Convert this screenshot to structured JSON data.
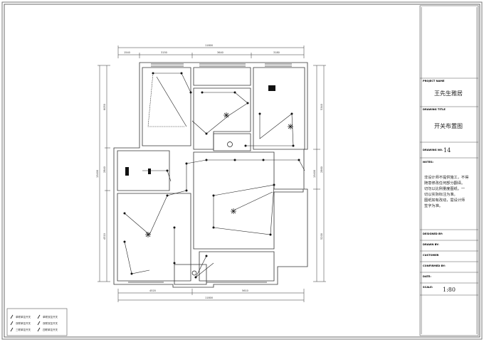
{
  "title_block": {
    "project_name_label": "PROJECT NAME",
    "project_name": "王先生雅居",
    "drawing_title_label": "DRAWING TITLE",
    "drawing_title": "开关布置图",
    "drawing_no_label": "DRAWING NO.",
    "drawing_no": "14",
    "notes_label": "NOTES:",
    "notes": [
      "非设计师不提供施工，不得",
      "随意修改任何部分翻译。",
      "切勿以比例量度图纸。一",
      "切以实际标注为准。",
      "图纸如有改动，需设计师",
      "签字为准。"
    ],
    "designed_by_label": "DESIGNED BY:",
    "drawn_by_label": "DRAWN BY:",
    "customer_label": "CUSTOMER",
    "confirmed_by_label": "CONFIRMED BY:",
    "date_label": "DATE:",
    "scale_label": "SCALE:",
    "scale": "1:80"
  },
  "dimensions": {
    "top_total": "11800",
    "top_segments": [
      "1540",
      "3150",
      "3640",
      "3180"
    ],
    "bottom_total": "11800",
    "bottom_segments": [
      "4520",
      "5610"
    ],
    "left_total": "13400",
    "left_segments": [
      "6050",
      "2840",
      "4510"
    ],
    "right_total": "13400",
    "right_segments": [
      "5340",
      "2860",
      "5200"
    ]
  },
  "legend": {
    "items": [
      "单联单控开关",
      "双联单控开关",
      "三联单控开关",
      "单联双控开关",
      "双联双控开关",
      "四联单控开关"
    ]
  }
}
